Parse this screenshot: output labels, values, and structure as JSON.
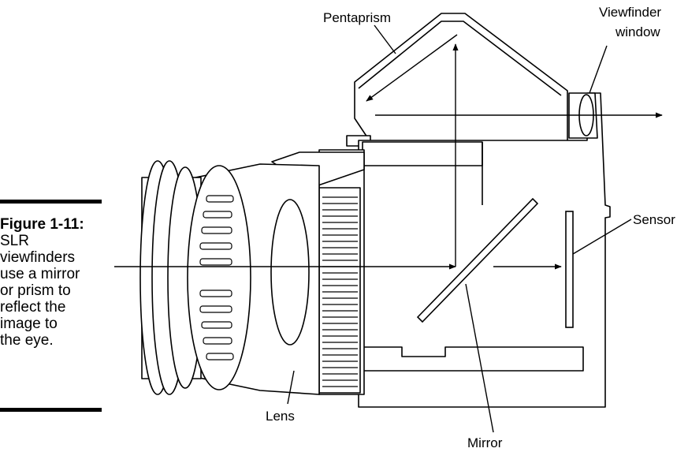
{
  "caption": {
    "title": "Figure 1-11:",
    "body": "SLR\nviewfinders\nuse a mirror\nor prism to\nreflect the\nimage to\nthe eye."
  },
  "labels": {
    "pentaprism": "Pentaprism",
    "viewfinder_line1": "Viewfinder",
    "viewfinder_line2": "window",
    "sensor": "Sensor",
    "lens": "Lens",
    "mirror": "Mirror"
  }
}
